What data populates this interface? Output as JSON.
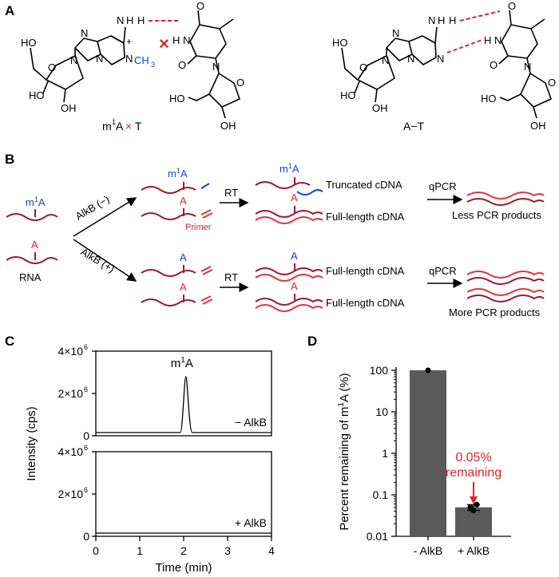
{
  "panels": {
    "a": "A",
    "b": "B",
    "c": "C",
    "d": "D"
  },
  "panel_a": {
    "left_caption_pre": "m",
    "left_caption_sup": "1",
    "left_caption_base": "A",
    "left_caption_cross": "×",
    "left_caption_t": "T",
    "right_caption": "A−T",
    "atoms": {
      "O": "O",
      "OH": "OH",
      "HO": "HO",
      "N": "N",
      "H": "H",
      "NH": "N",
      "CH3": "CH",
      "CH3_sub": "3",
      "plus": "+"
    }
  },
  "panel_b": {
    "m1a_label_pre": "m",
    "m1a_label_sup": "1",
    "m1a_label_base": "A",
    "a_label": "A",
    "rna_label": "RNA",
    "alkb_minus": "AlkB (−)",
    "alkb_plus": "AlkB (+)",
    "primer_label": "Primer",
    "rt_label": "RT",
    "truncated_label": "Truncated cDNA",
    "full_length_label": "Full-length cDNA",
    "qpcr_label": "qPCR",
    "less_label": "Less PCR products",
    "more_label": "More PCR products"
  },
  "colors": {
    "rna": "#9b1b30",
    "cdna": "#e8323c",
    "blue": "#1a3fd6",
    "red": "#e8202a",
    "bar": "#5a5a5a"
  },
  "chart_data": [
    {
      "type": "line",
      "peak_label_pre": "m",
      "peak_label_sup": "1",
      "peak_label_base": "A",
      "xlabel": "Time (min)",
      "ylabel": "Intensity (cps)",
      "x_ticks": [
        "0",
        "1",
        "2",
        "3",
        "4"
      ],
      "xlim": [
        0,
        4
      ],
      "traces": [
        {
          "name": "− AlkB",
          "y_ticks": [
            "0",
            "2×10",
            "4×10"
          ],
          "y_tick_exp": "6",
          "ylim": [
            0,
            4000000
          ],
          "peak_x": 2.05,
          "peak_y": 2800000
        },
        {
          "name": "+ AlkB",
          "y_ticks": [
            "0",
            "2×10",
            "4×10"
          ],
          "y_tick_exp": "6",
          "ylim": [
            0,
            4000000
          ],
          "peak_x": 2.05,
          "peak_y": 0
        }
      ]
    },
    {
      "type": "bar",
      "scale": "log",
      "categories": [
        "- AlkB",
        "+ AlkB"
      ],
      "values": [
        100,
        0.05
      ],
      "points": [
        [
          100
        ],
        [
          0.05,
          0.042,
          0.058
        ]
      ],
      "ylim": [
        0.01,
        100
      ],
      "y_ticks": [
        "0.01",
        "0.1",
        "1",
        "10",
        "100"
      ],
      "ylabel_pre": "Percent remaining of m",
      "ylabel_sup": "1",
      "ylabel_post": "A (%)",
      "annotation_line1": "0.05%",
      "annotation_line2": "remaining"
    }
  ]
}
